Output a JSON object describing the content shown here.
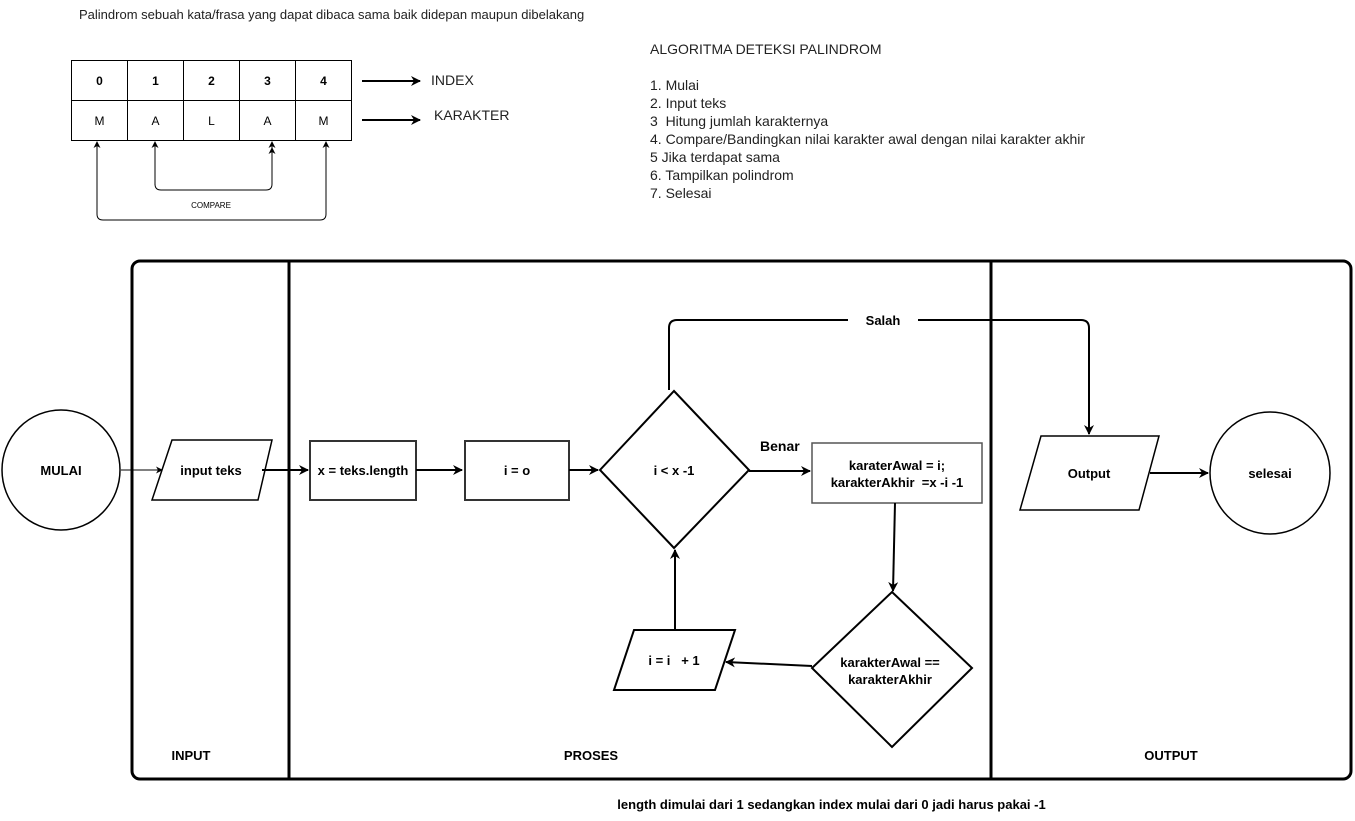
{
  "intro_text": "Palindrom sebuah kata/frasa yang dapat dibaca sama baik didepan maupun dibelakang",
  "array_example": {
    "indices": [
      "0",
      "1",
      "2",
      "3",
      "4"
    ],
    "characters": [
      "M",
      "A",
      "L",
      "A",
      "M"
    ],
    "index_label": "INDEX",
    "char_label": "KARAKTER",
    "compare_label": "COMPARE"
  },
  "algorithm": {
    "title": "ALGORITMA DETEKSI PALINDROM",
    "steps": [
      "1. Mulai",
      "2. Input teks",
      "3  Hitung jumlah karakternya",
      "4. Compare/Bandingkan nilai karakter awal dengan nilai karakter akhir",
      "5 Jika terdapat sama",
      "6. Tampilkan polindrom",
      "7. Selesai"
    ]
  },
  "flowchart": {
    "lanes": [
      "INPUT",
      "PROSES",
      "OUTPUT"
    ],
    "start": "MULAI",
    "input": "input teks",
    "assign_length": "x = teks.length",
    "assign_i": "i = o",
    "condition_loop": "i < x -1",
    "label_true": "Benar",
    "label_false": "Salah",
    "assign_chars_line1": "karaterAwal = i;",
    "assign_chars_line2": "karakterAkhir  =x -i -1",
    "compare_line1": "karakterAwal ==",
    "compare_line2": "karakterAkhir",
    "increment": "i = i   + 1",
    "output": "Output",
    "end": "selesai"
  },
  "footnote": "length dimulai dari 1 sedangkan index mulai dari 0 jadi harus pakai -1"
}
